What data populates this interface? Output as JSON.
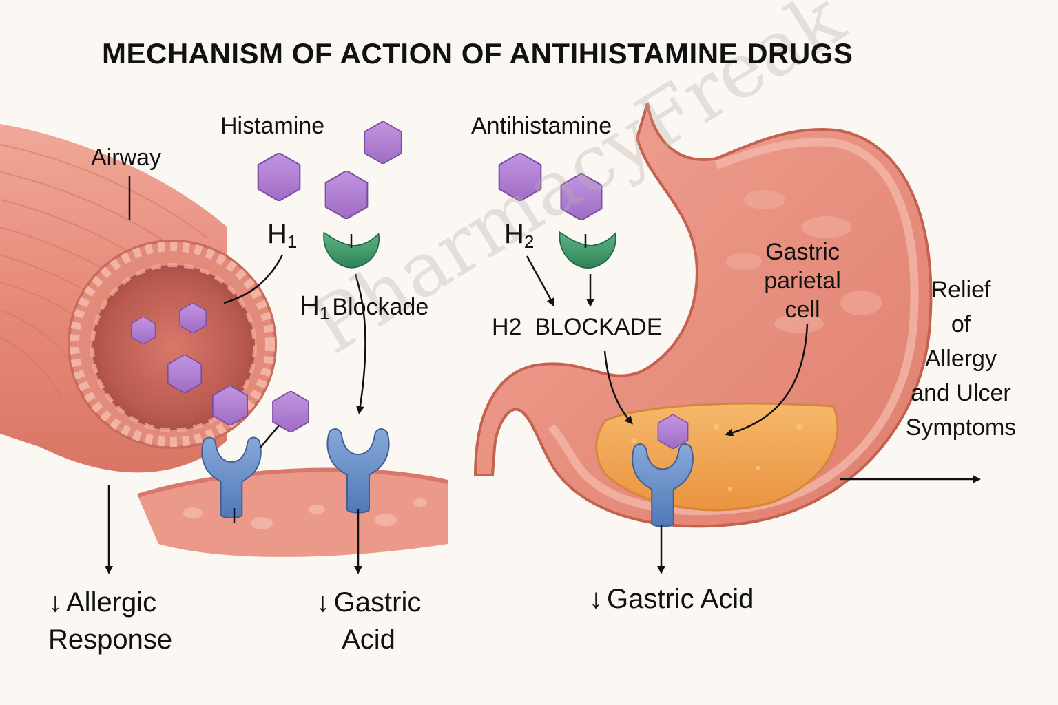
{
  "title": "MECHANISM OF ACTION OF ANTIHISTAMINE DRUGS",
  "watermark": "PharmacyFreak",
  "labels": {
    "airway": "Airway",
    "histamine": "Histamine",
    "h1": "H",
    "h1_sub": "1",
    "h1_blockade_h": "H",
    "h1_blockade_sub": "1",
    "h1_blockade_text": "Blockade",
    "antihistamine": "Antihistamine",
    "h2": "H",
    "h2_sub": "2",
    "h2_blockade": "H2  BLOCKADE",
    "gastric_parietal_cell": [
      "Gastric",
      "parietal",
      "cell"
    ],
    "relief": [
      "Relief",
      "of",
      "Allergy",
      "and Ulcer",
      "Symptoms"
    ],
    "allergic_response": [
      "Allergic",
      "Response"
    ],
    "gastric_acid_left": [
      "Gastric",
      "Acid"
    ],
    "gastric_acid_right": "Gastric Acid",
    "down_arrow": "↓"
  },
  "colors": {
    "tissue": "#e98f80",
    "tissue_dark": "#c96458",
    "tissue_light": "#f6c2b4",
    "histamine": "#b27fd4",
    "receptor": "#6f95cc",
    "antagonist": "#3f9a6c",
    "parietal": "#f0a453"
  }
}
